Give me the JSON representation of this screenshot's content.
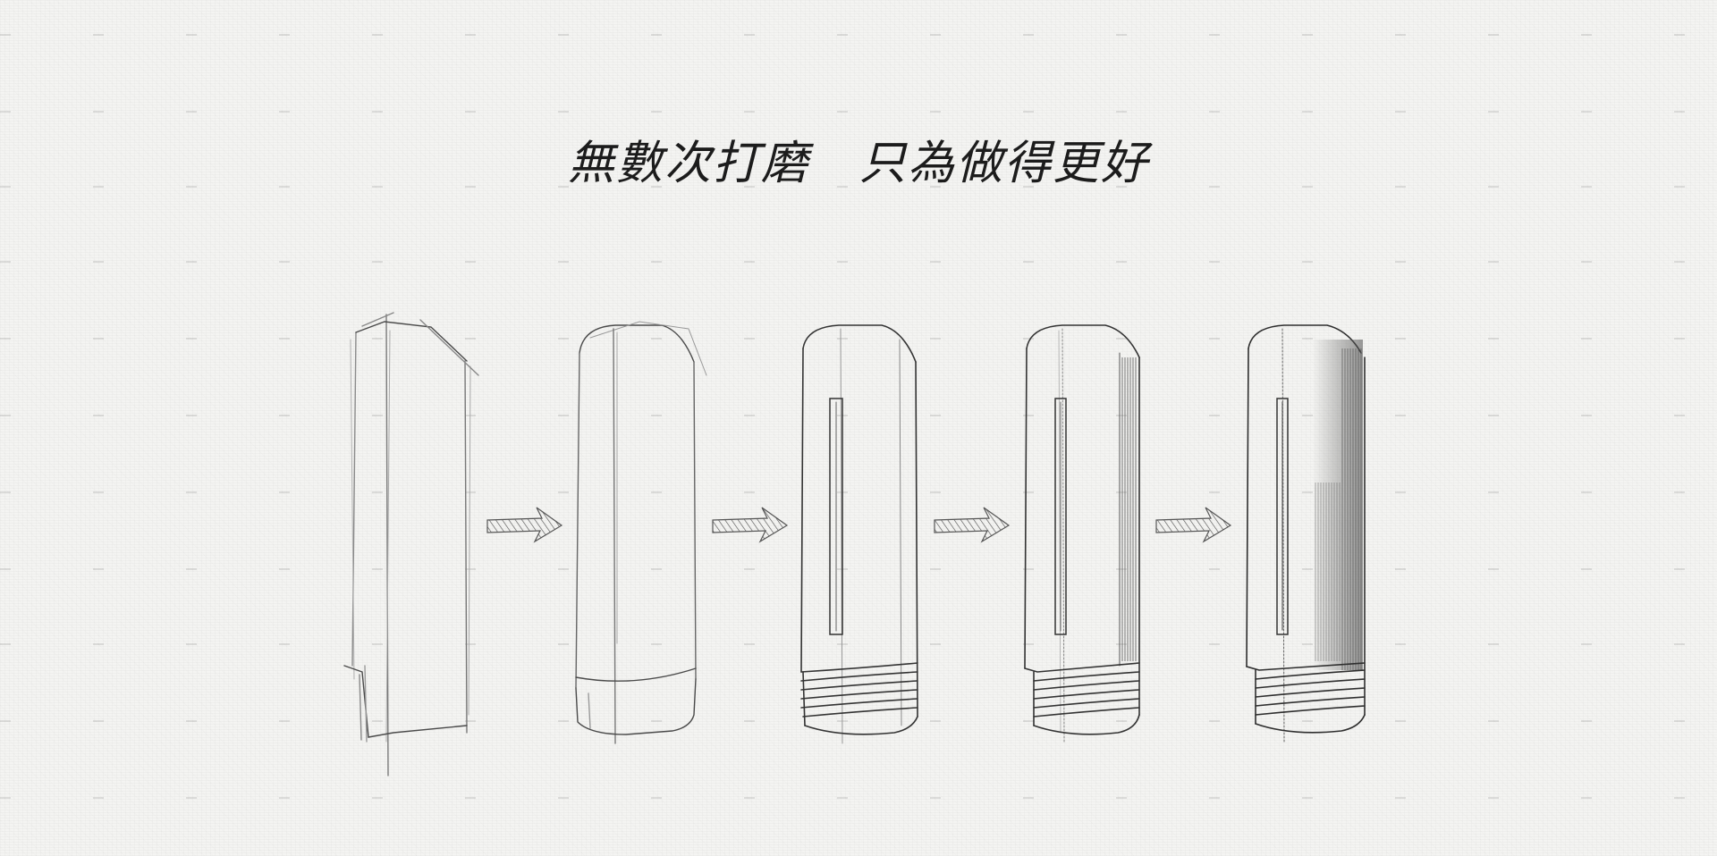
{
  "headline": {
    "part1": "無數次打磨",
    "part2": "只為做得更好"
  },
  "colors": {
    "paper": "#f4f4f2",
    "pencil": "#3a3a3a",
    "light_pencil": "#9a9a9a",
    "text": "#1c1c1c"
  },
  "stages": [
    {
      "name": "stage-1-rough-outline"
    },
    {
      "name": "stage-2-rounded-outline"
    },
    {
      "name": "stage-3-threads-and-slot"
    },
    {
      "name": "stage-4-side-hatching"
    },
    {
      "name": "stage-5-final-shading"
    }
  ],
  "arrows": [
    {
      "name": "arrow-1"
    },
    {
      "name": "arrow-2"
    },
    {
      "name": "arrow-3"
    },
    {
      "name": "arrow-4"
    }
  ]
}
